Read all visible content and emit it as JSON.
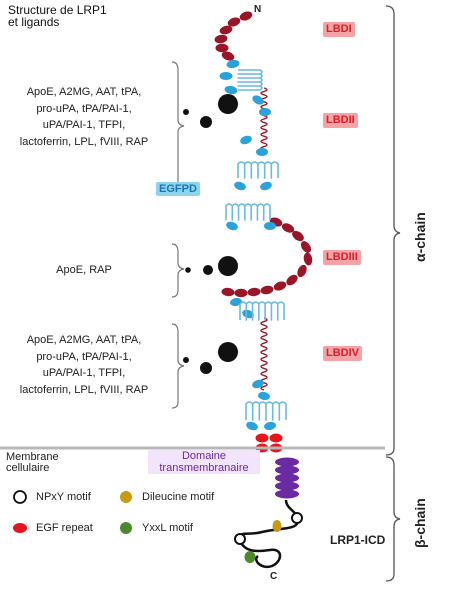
{
  "title": {
    "line1": "Structure de LRP1",
    "line2": "et ligands"
  },
  "termini": {
    "n": "N",
    "c": "C"
  },
  "ligand_groups": [
    {
      "lines": [
        "ApoE, A2MG, AAT, tPA,",
        "pro-uPA, tPA/PAI-1,",
        "uPA/PAI-1, TFPI,",
        "lactoferrin, LPL, fVIII, RAP"
      ]
    },
    {
      "lines": [
        "ApoE, RAP"
      ]
    },
    {
      "lines": [
        "ApoE, A2MG, AAT, tPA,",
        "pro-uPA, tPA/PAI-1,",
        "uPA/PAI-1, TFPI,",
        "lactoferrin, LPL, fVIII, RAP"
      ]
    }
  ],
  "domains": {
    "lbd1": "LBDI",
    "lbd2": "LBDII",
    "lbd3": "LBDIII",
    "lbd4": "LBDIV",
    "egfpd": "EGFPD"
  },
  "membrane": {
    "line1": "Membrane",
    "line2": "cellulaire"
  },
  "transmembrane": {
    "line1": "Domaine",
    "line2": "transmembranaire"
  },
  "chains": {
    "alpha": "α-chain",
    "beta": "β-chain"
  },
  "icd": "LRP1-ICD",
  "legend": {
    "npxy": "NPxY motif",
    "dileucine": "Dileucine motif",
    "egf": "EGF repeat",
    "yxxl": "YxxL motif"
  },
  "colors": {
    "ligand_repeat": "#9b1528",
    "egf_precursor": "#2aa3dc",
    "propeller": "#6bbad8",
    "egf_repeat": "#e8141b",
    "transmembrane": "#6a2aa1",
    "dileucine": "#c89a12",
    "yxxl": "#4a8a2a",
    "domain_label_bg": "#f4a4a6",
    "domain_label_text": "#d8202a",
    "egfpd_bg": "#8fd4ef",
    "egfpd_text": "#1976b8"
  }
}
